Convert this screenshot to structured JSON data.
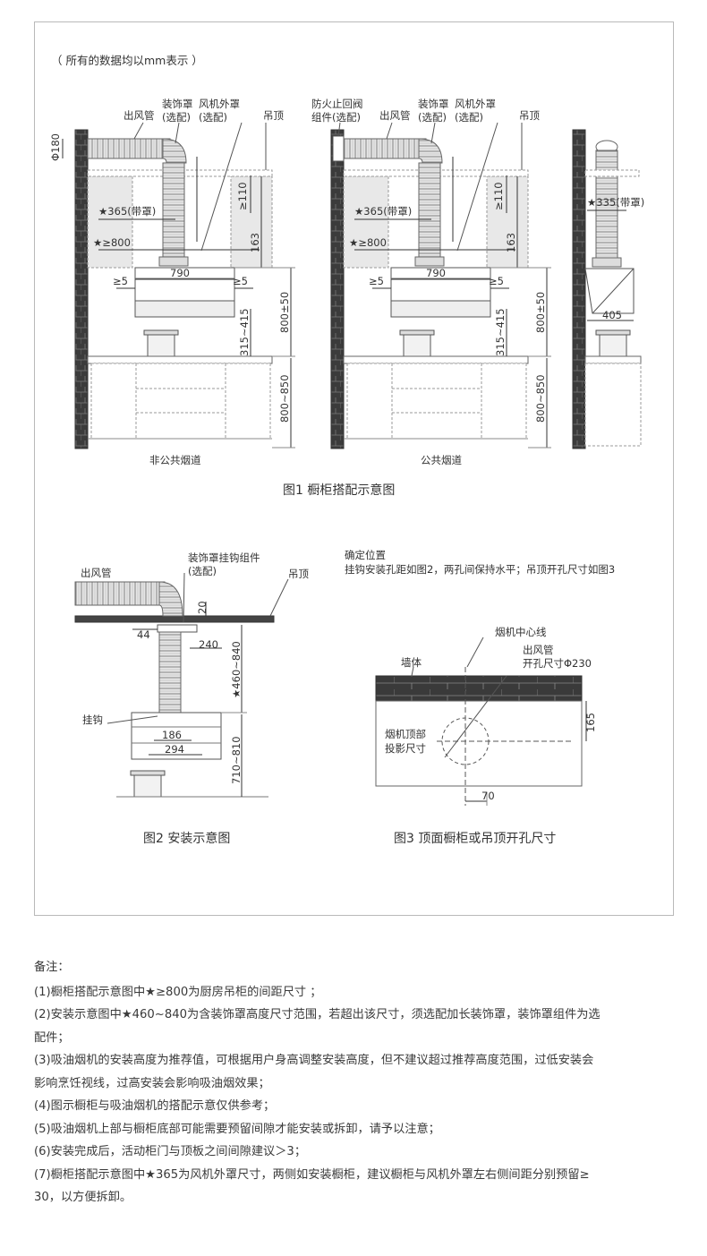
{
  "header_note": "（ 所有的数据均以mm表示 ）",
  "figure1": {
    "caption": "图1 橱柜搭配示意图",
    "panel_left": {
      "label": "非公共烟道",
      "dia": "Φ180",
      "duct": "出风管",
      "cover_1": "装饰罩",
      "cover_2": "(选配)",
      "hood_1": "风机外罩",
      "hood_2": "(选配)",
      "ceiling": "吊顶",
      "gap_top": "≥110",
      "width365": "★365(带罩)",
      "gap800": "★≥800",
      "d163": "163",
      "w790": "790",
      "side_l": "≥5",
      "side_r": "≥5",
      "h800": "800±50",
      "h315": "315~415",
      "h800850": "800~850"
    },
    "panel_mid": {
      "label": "公共烟道",
      "valve_1": "防火止回阀",
      "valve_2": "组件(选配)",
      "duct": "出风管",
      "cover_1": "装饰罩",
      "cover_2": "(选配)",
      "hood_1": "风机外罩",
      "hood_2": "(选配)",
      "ceiling": "吊顶",
      "gap_top": "≥110",
      "width365": "★365(带罩)",
      "gap800": "★≥800",
      "d163": "163",
      "w790": "790",
      "side_l": "≥5",
      "side_r": "≥5",
      "h800": "800±50",
      "h315": "315~415",
      "h800850": "800~850"
    },
    "panel_right": {
      "width335": "★335(带罩)",
      "d405": "405"
    }
  },
  "figure2": {
    "caption": "图2 安装示意图",
    "duct": "出风管",
    "bracket_1": "装饰罩挂钩组件",
    "bracket_2": "(选配)",
    "ceiling": "吊顶",
    "d20": "20",
    "d44": "44",
    "d240": "240",
    "d460": "★460~840",
    "hook": "挂钩",
    "d186": "186",
    "d294": "294",
    "d710": "710~810"
  },
  "figure3": {
    "caption": "图3 顶面橱柜或吊顶开孔尺寸",
    "intro_1": "确定位置",
    "intro_2": "挂钩安装孔距如图2，两孔间保持水平；吊顶开孔尺寸如图3",
    "centerline": "烟机中心线",
    "wall": "墙体",
    "duct_1": "出风管",
    "duct_2": "开孔尺寸Φ230",
    "proj_1": "烟机顶部",
    "proj_2": "投影尺寸",
    "d165": "165",
    "d70": "70"
  },
  "notes": {
    "title": "备注：",
    "items": [
      "(1)橱柜搭配示意图中★≥800为厨房吊柜的间距尺寸 ；",
      "(2)安装示意图中★460~840为含装饰罩高度尺寸范围，若超出该尺寸，须选配加长装饰罩，装饰罩组件为选",
      "配件；",
      "(3)吸油烟机的安装高度为推荐值，可根据用户身高调整安装高度，但不建议超过推荐高度范围，过低安装会",
      "影响烹饪视线，过高安装会影响吸油烟效果；",
      "(4)图示橱柜与吸油烟机的搭配示意仅供参考；",
      "(5)吸油烟机上部与橱柜底部可能需要预留间隙才能安装或拆卸，请予以注意；",
      "(6)安装完成后，活动柜门与顶板之间间隙建议＞3；",
      "(7)橱柜搭配示意图中★365为风机外罩尺寸，两侧如安装橱柜，建议橱柜与风机外罩左右侧间距分别预留≥",
      "30，以方便拆卸。"
    ]
  }
}
